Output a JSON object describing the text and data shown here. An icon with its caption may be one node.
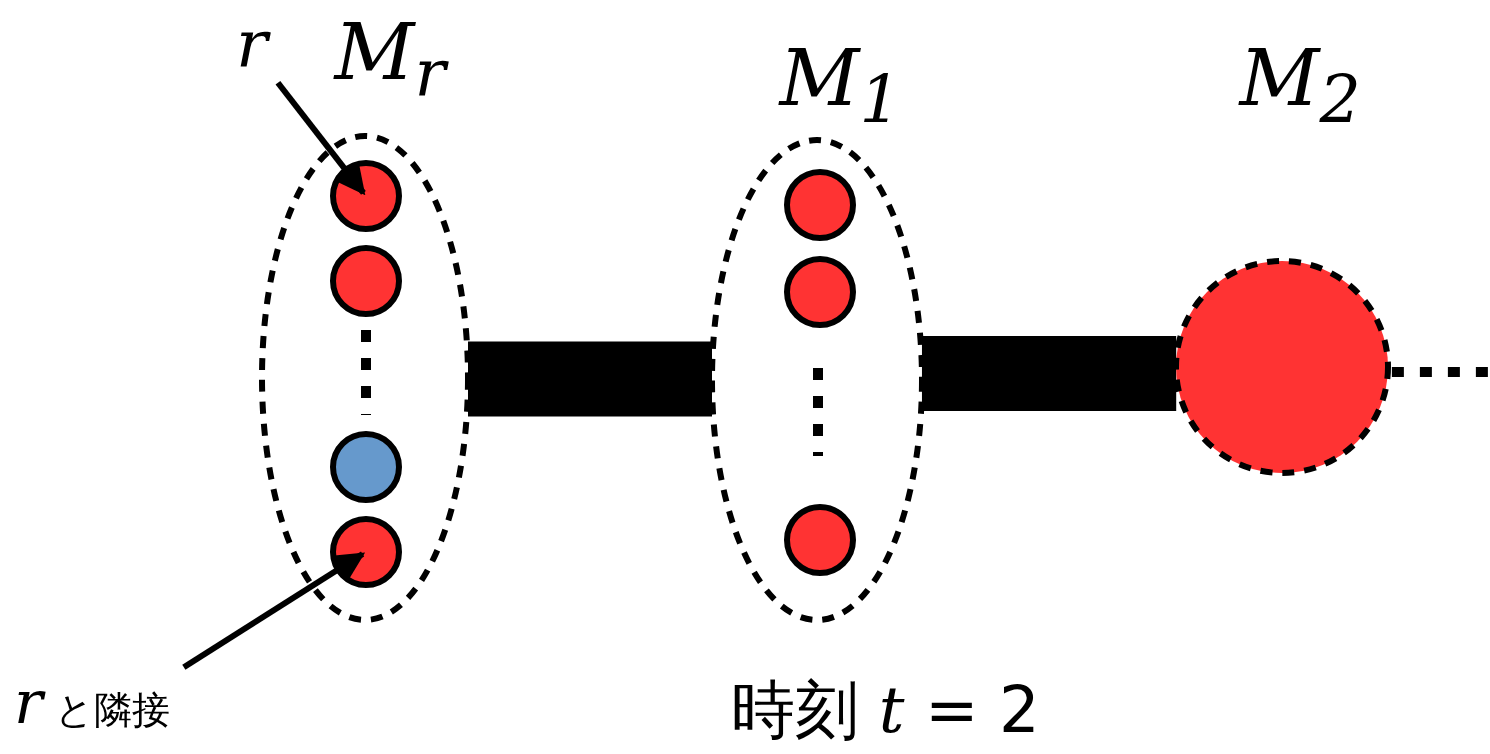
{
  "diagram": {
    "nodes": [
      {
        "text": [
          "M$_{r}$"
        ]
      },
      {
        "text": [],
        "shape": "circle",
        "in": 0
      },
      {
        "text": [],
        "shape": "circle",
        "in": 0
      },
      {
        "text": [],
        "shape": "circle",
        "in": 0
      },
      {
        "text": [],
        "shape": "circle",
        "in": 0
      },
      {
        "text": [
          "*M*$_{1}$"
        ]
      },
      {
        "text": [],
        "shape": "circle",
        "in": 5
      },
      {
        "text": [],
        "shape": "circle",
        "in": 5
      },
      {
        "text": [],
        "shape": "circle",
        "in": 5
      },
      {
        "text": [
          "*M*$_{2}$"
        ]
      },
      {
        "text": [
          "r"
        ]
      },
      {
        "text": [
          "*r* と隣接"
        ]
      }
    ],
    "edges": [
      {
        "from": 0,
        "to": 5,
        "arrow": "none",
        "style": "thick"
      },
      {
        "from": 5,
        "to": 9,
        "arrow": "none",
        "style": "thick"
      },
      {
        "from": 9,
        "to": null,
        "arrow": "none",
        "style": "dashed"
      },
      {
        "from": 10,
        "to": 1,
        "arrow": "to"
      },
      {
        "from": 11,
        "to": 4,
        "arrow": "to"
      }
    ],
    "labels": [
      "時刻 *t* = 2"
    ]
  }
}
